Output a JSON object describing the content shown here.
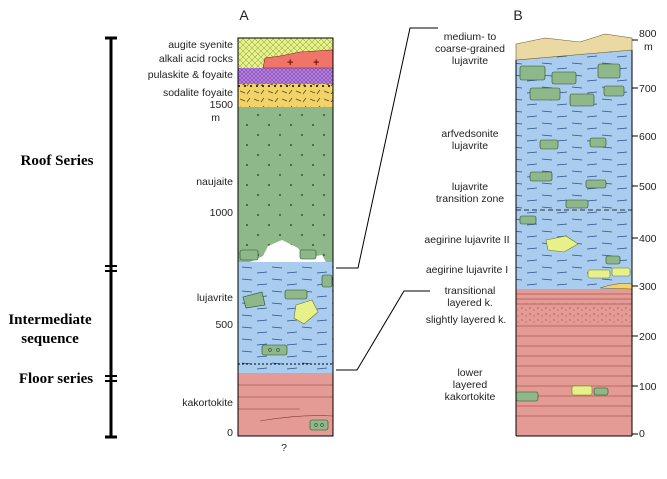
{
  "column_a": {
    "header": "A",
    "unit_labels": {
      "augite_syenite": "augite syenite",
      "alkali_acid_rocks": "alkali acid rocks",
      "pulaskite_foyaite": "pulaskite & foyaite",
      "sodalite_foyaite": "sodalite foyaite",
      "naujaite": "naujaite",
      "lujavrite": "lujavrite",
      "kakortokite": "kakortokite"
    },
    "depth_labels": [
      "1500",
      "m",
      "1000",
      "500",
      "0"
    ],
    "base_mark": "?"
  },
  "column_b": {
    "header": "B",
    "unit_labels": {
      "medium_coarse_line1": "medium- to",
      "medium_coarse_line2": "coarse-grained",
      "medium_coarse_line3": "lujavrite",
      "arfvedsonite_line1": "arfvedsonite",
      "arfvedsonite_line2": "lujavrite",
      "transition_line1": "lujavrite",
      "transition_line2": "transition zone",
      "aegirine_2": "aegirine lujavrite II",
      "aegirine_1": "aegirine lujavrite I",
      "transitional_line1": "transitional",
      "transitional_line2": "layered k.",
      "slightly_layered": "slightly layered k.",
      "lower_line1": "lower",
      "lower_line2": "layered",
      "lower_line3": "kakortokite"
    },
    "scale_labels": [
      "800",
      "m",
      "700",
      "600",
      "500",
      "400",
      "300",
      "200",
      "100",
      "0"
    ]
  },
  "series": {
    "roof": "Roof Series",
    "intermediate_line1": "Intermediate",
    "intermediate_line2": "sequence",
    "floor": "Floor series"
  },
  "colors": {
    "naujaite_green": "#8fb88a",
    "lujavrite_blue": "#a9ccef",
    "kakortokite_red": "#e59b95",
    "sodalite_yellow": "#f2d36a",
    "pulaskite_purple": "#b77ee0",
    "augite_yellow": "#e8f08a",
    "alkali_red": "#f07468",
    "medium_tan": "#ead9a2"
  }
}
